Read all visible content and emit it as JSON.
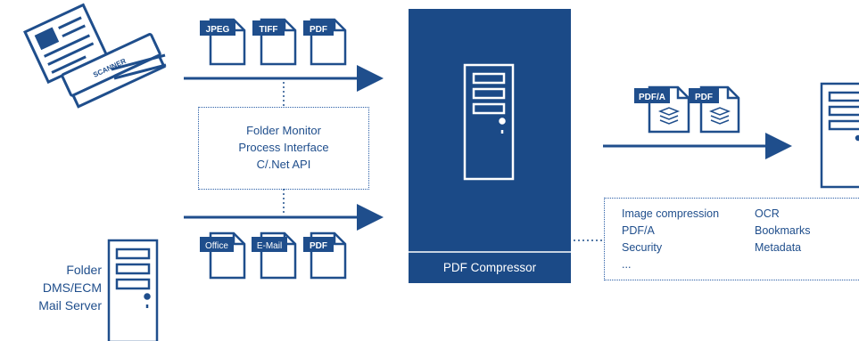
{
  "input_formats_top": [
    "JPEG",
    "TIFF",
    "PDF"
  ],
  "input_formats_bottom": [
    "Office",
    "E-Mail",
    "PDF"
  ],
  "scanner": {
    "label": "SCANNER"
  },
  "interfaces": {
    "line1": "Folder Monitor",
    "line2": "Process Interface",
    "line3": "C/.Net API"
  },
  "sources": {
    "line1": "Folder",
    "line2": "DMS/ECM",
    "line3": "Mail Server"
  },
  "compressor": {
    "label": "PDF Compressor"
  },
  "output_formats": [
    "PDF/A",
    "PDF"
  ],
  "features": {
    "col1": [
      "Image compression",
      "PDF/A",
      "Security",
      "..."
    ],
    "col2": [
      "OCR",
      "Bookmarks",
      "Metadata"
    ]
  },
  "colors": {
    "brand_blue": "#1f4e8c",
    "dark_blue": "#1b4a87",
    "white": "#ffffff"
  }
}
